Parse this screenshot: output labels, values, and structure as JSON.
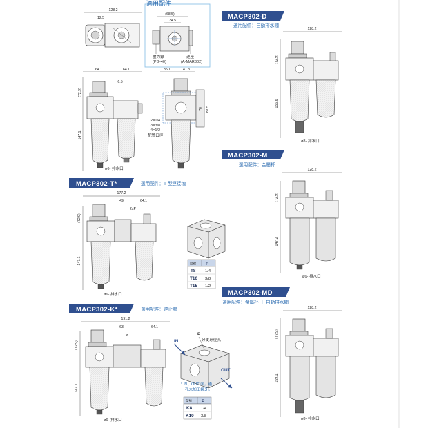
{
  "inset": {
    "title": "適用配件",
    "dims": [
      "(68.5)",
      "34.5"
    ],
    "left_label_1": "壓力錶",
    "left_label_2": "(PG-40)",
    "right_label_1": "連座",
    "right_label_2": "(A-MAR302)"
  },
  "top_left": {
    "dims": [
      "128.2",
      "12.5",
      "64.1",
      "64.1",
      "(72.9)",
      "6.5",
      "147.1",
      "35.1",
      "41.3",
      "70",
      "87.5"
    ],
    "ports": [
      "2=1/4",
      "3=3/8",
      "4=1/2"
    ],
    "port_note": "配管口徑",
    "drain": "ø6- 排水口"
  },
  "sections": [
    {
      "id": "d",
      "title": "MACP302-D",
      "caption": "選用配件：自動排水閥"
    },
    {
      "id": "m",
      "title": "MACP302-M",
      "caption": "選用配件：金屬杯"
    },
    {
      "id": "t",
      "title": "MACP302-T*",
      "caption": "選用配件：T 型連接塊"
    },
    {
      "id": "md",
      "title": "MACP302-MD",
      "caption": "選用配件：金屬杯 ＋ 自動排水閥"
    },
    {
      "id": "k",
      "title": "MACP302-K*",
      "caption": "選用配件：逆止閥"
    }
  ],
  "d_dims": [
    "128.2",
    "(72.9)",
    "156.6",
    "ø8- 排水口"
  ],
  "m_dims": [
    "128.2",
    "(72.9)",
    "147.2",
    "ø6- 排水口"
  ],
  "md_dims": [
    "128.2",
    "(72.9)",
    "159.1",
    "ø8- 排水口"
  ],
  "t_dims": [
    "177.2",
    "49",
    "64.1",
    "2xP",
    "(72.9)",
    "147.1",
    "ø6- 排水口"
  ],
  "k_dims": [
    "191.2",
    "63",
    "64.1",
    "P",
    "(72.9)",
    "147.1",
    "ø6- 排水口"
  ],
  "t_table": {
    "header": [
      "型號",
      "P"
    ],
    "rows": [
      [
        "T8",
        "1/4"
      ],
      [
        "T10",
        "3/8"
      ],
      [
        "T15",
        "1/2"
      ]
    ]
  },
  "k_block": {
    "in_label": "IN",
    "out_label": "OUT",
    "p_label": "P",
    "p_note": "分支牙徑孔",
    "note_1": "* IN、OUT 面，通",
    "note_2": "孔未加工螺牙。"
  },
  "k_table": {
    "header": [
      "型號",
      "P"
    ],
    "rows": [
      [
        "K8",
        "1/4"
      ],
      [
        "K10",
        "3/8"
      ]
    ]
  },
  "colors": {
    "tab": "#2f4f8f",
    "caption": "#2a6bb0",
    "inset_border": "#8ec2e8",
    "line": "#333333",
    "hidden": "#3a78c2"
  }
}
